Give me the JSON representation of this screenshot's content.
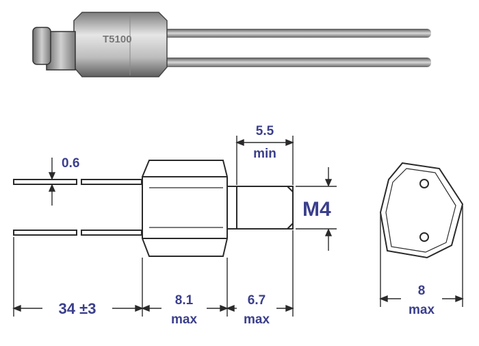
{
  "photo": {
    "part_marking": "T5100"
  },
  "dimensions": {
    "wire_thickness": "0.6",
    "thread_length": "5.5",
    "thread_length_qualifier": "min",
    "thread": "M4",
    "lead_length": "34 ±3",
    "body_length": "8.1",
    "body_length_qualifier": "max",
    "stud_length": "6.7",
    "stud_length_qualifier": "max",
    "hex_width": "8",
    "hex_width_qualifier": "max"
  },
  "colors": {
    "dimension_text": "#3b3f8c",
    "line": "#2a2a2a"
  }
}
